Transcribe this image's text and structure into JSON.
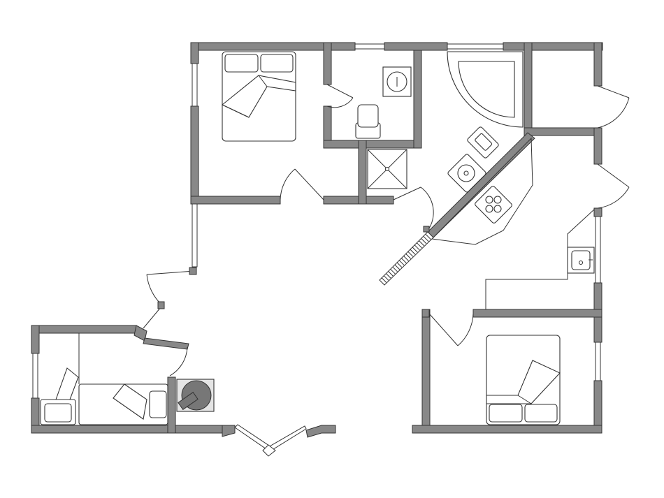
{
  "plan": {
    "rooms": [
      "bedroom-top",
      "wc",
      "shower",
      "hall",
      "kitchen",
      "entrance",
      "utility",
      "living",
      "bedroom-right",
      "bedroom-left"
    ],
    "colors": {
      "wall": "#888888",
      "line": "#333333",
      "background": "#ffffff",
      "stove": "#777777"
    }
  }
}
